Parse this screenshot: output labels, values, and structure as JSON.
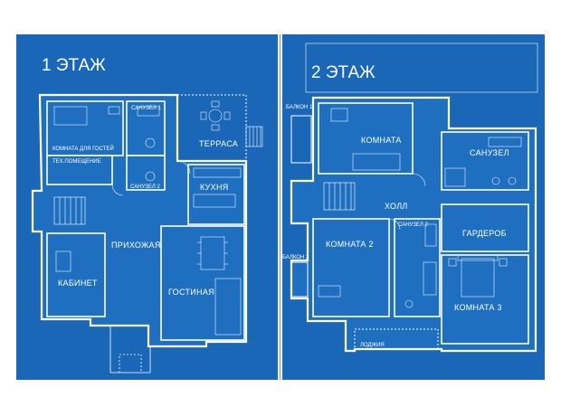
{
  "colors": {
    "background_blue": "#1a67b8",
    "wall": "#ffffff",
    "room_fill": "#1f6fc1",
    "separator": "#8fa5bb"
  },
  "floor1": {
    "title": "1 ЭТАЖ",
    "rooms": {
      "guest_room": "КОМНАТА ДЛЯ ГОСТЕЙ",
      "bathroom_1": "САНУЗЕЛ 1",
      "terrace": "ТЕРРАСА",
      "tech_room": "ТЕХ.ПОМЕЩЕНИЕ",
      "bathroom_2": "САНУЗЕЛ 2",
      "kitchen": "КУХНЯ",
      "hall": "ПРИХОЖАЯ",
      "office": "КАБИНЕТ",
      "living_room": "ГОСТИНАЯ"
    }
  },
  "floor2": {
    "title": "2 ЭТАЖ",
    "rooms": {
      "balcony_1": "БАЛКОН 1",
      "room": "КОМНАТА",
      "bathroom": "САНУЗЕЛ",
      "hall": "ХОЛЛ",
      "wardrobe": "ГАРДЕРОБ",
      "balcony_2": "БАЛКОН 2",
      "room_2": "КОМНАТА 2",
      "bathroom_2": "САНУЗЕЛ 2",
      "room_3": "КОМНАТА 3",
      "loggia": "ЛОДЖИЯ"
    }
  }
}
